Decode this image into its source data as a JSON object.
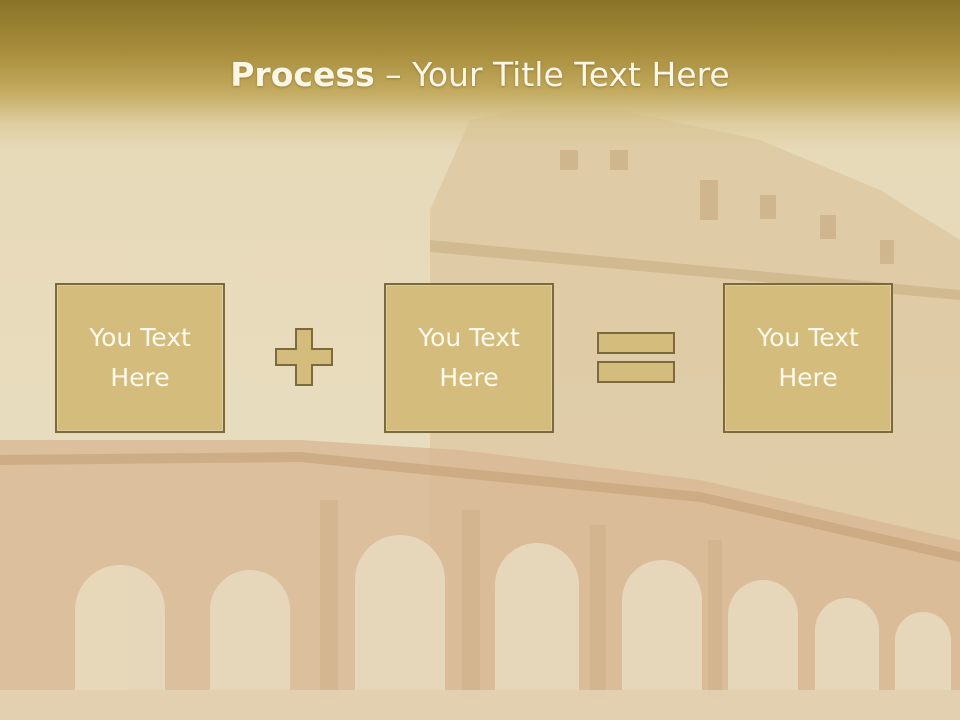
{
  "title": {
    "bold_part": "Process",
    "rest": " – Your Title Text Here"
  },
  "boxes": [
    {
      "text": "You Text\nHere"
    },
    {
      "text": "You Text\nHere"
    },
    {
      "text": "You Text\nHere"
    }
  ],
  "operators": [
    "plus-icon",
    "equals-icon"
  ],
  "colors": {
    "title_bar": "#a88e3c",
    "box_fill": "#d4bd7c",
    "box_border": "#7a6a3e",
    "text": "#fdf9ec"
  }
}
